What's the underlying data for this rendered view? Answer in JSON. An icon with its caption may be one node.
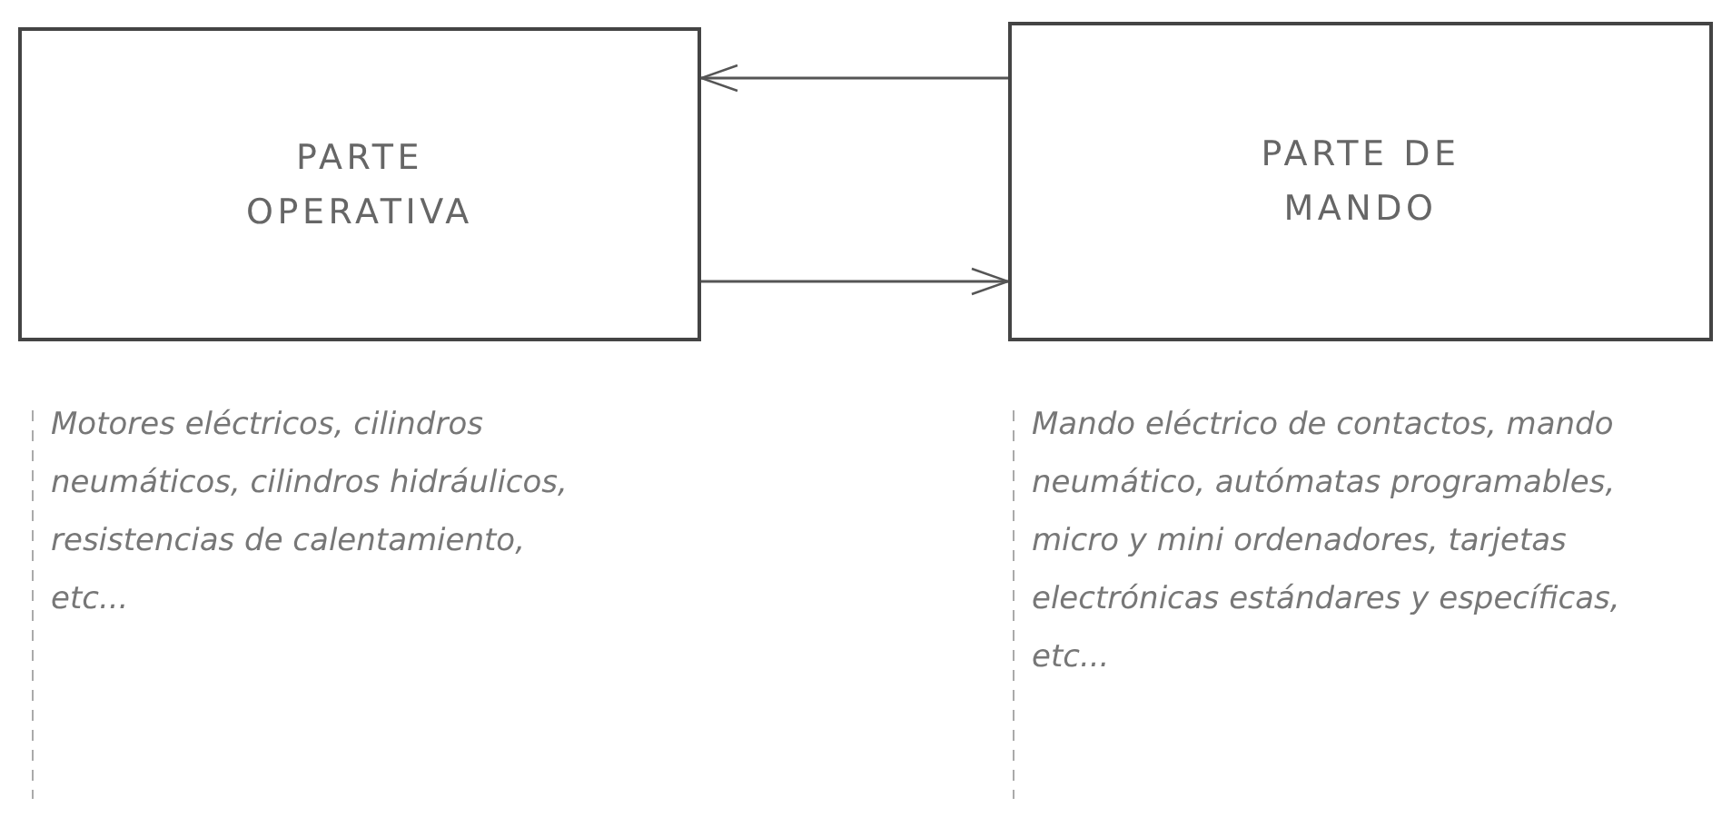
{
  "diagram": {
    "nodes": [
      {
        "text": [
          "PARTE OPERATIVA"
        ],
        "beside": [
          "Motores eléctricos, cilindros neumáticos, cilindros hidráulicos, resistencias de calentamiento, etc..."
        ]
      },
      {
        "text": [
          "PARTE DE MANDO"
        ],
        "beside": [
          "Mando eléctrico de contactos, mando neumático, autómatas programables, micro y mini ordenadores, tarjetas electrónicas estándares y específicas, etc..."
        ]
      }
    ],
    "edges": [
      {
        "from": 1,
        "to": 0,
        "arrow": "to"
      },
      {
        "from": 0,
        "to": 1,
        "arrow": "to"
      }
    ]
  }
}
